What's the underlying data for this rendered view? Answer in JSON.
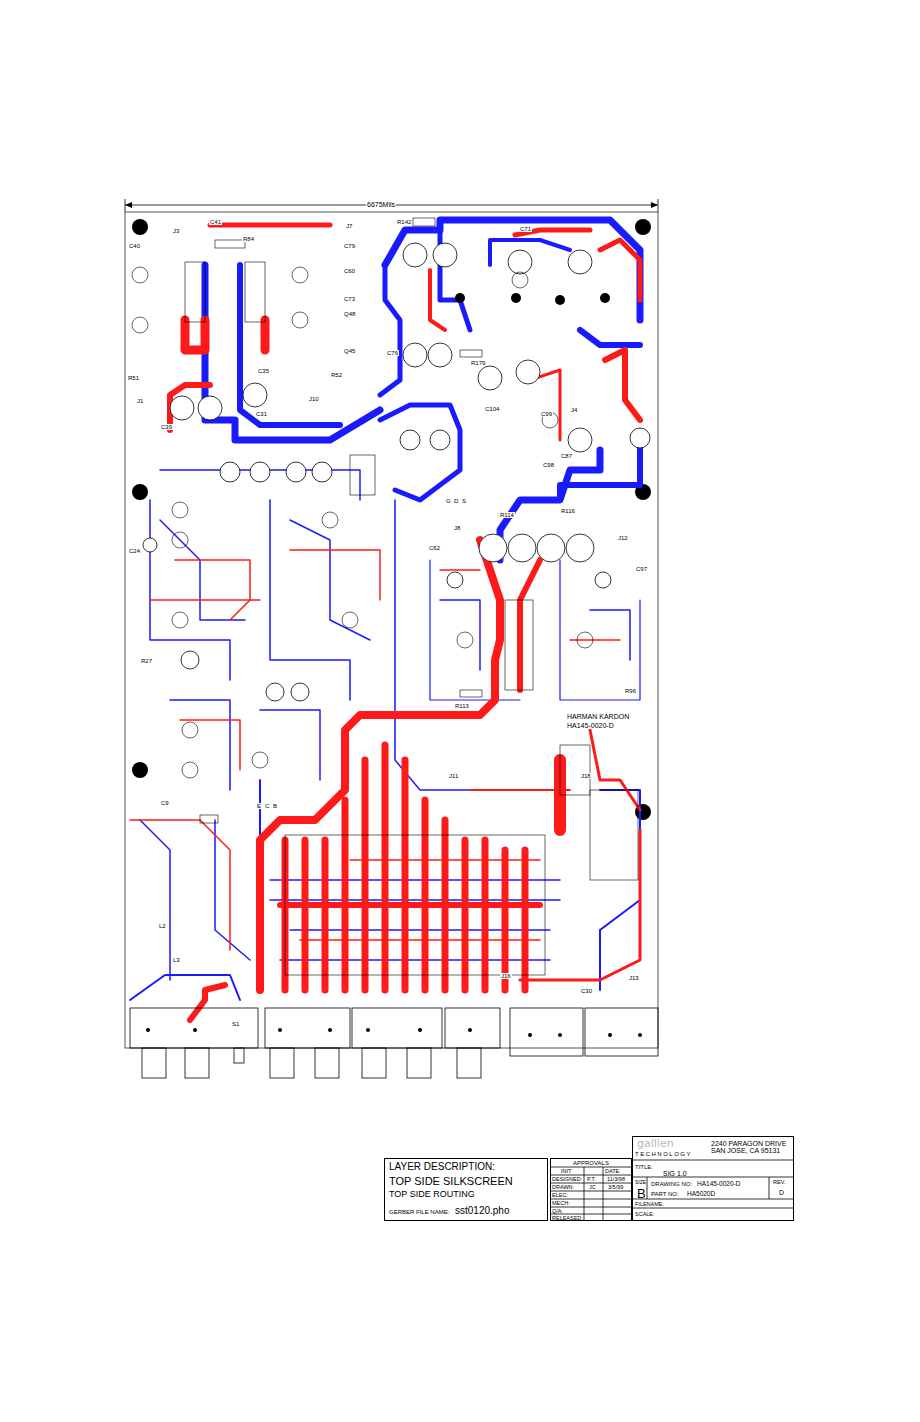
{
  "diagram": {
    "nodes": [
      {
        "text": [
          "LAYER DESCRIPTION:",
          "TOP SIDE SILKSCREEN",
          "TOP SIDE ROUTING",
          "GERBER FILE NAME:",
          "sst0120.pho"
        ]
      },
      {
        "text": [
          "APPROVALS",
          "INIT",
          "DATE",
          "DESIGNED:",
          "P.T.",
          "11/3/98",
          "DRAWN:",
          "JC",
          "3/5/99",
          "ELEC:",
          "MECH:",
          "Q/A:",
          "RELEASED:"
        ]
      },
      {
        "text": [
          "gallien",
          "TECHNOLOGY",
          "2240 PARAGON DRIVE SAN JOSE, CA 95131",
          "TITLE:",
          "SIG 1.0",
          "SIZE",
          "B",
          "DRAWING NO:",
          "HA145-0020-D",
          "REV.",
          "D",
          "PART NO:",
          "HA5020D",
          "FILENAME:",
          "SCALE:"
        ]
      }
    ],
    "labels": [
      "6675Mils",
      "C40",
      "J3",
      "C41",
      "R84",
      "J7",
      "C79",
      "R142",
      "C71",
      "R51",
      "J1",
      "C39",
      "C31",
      "C35",
      "J10",
      "C24",
      "R27",
      "C9",
      "L2",
      "L3",
      "S1",
      "J11",
      "J18",
      "J16",
      "J8",
      "J12",
      "C97",
      "C62",
      "R96",
      "R113",
      "C98",
      "C87",
      "C99",
      "J4",
      "C76",
      "C104",
      "R179",
      "R114",
      "R116",
      "HARMAN KARDON",
      "HA145-0020-D",
      "J13",
      "C30",
      "Q48",
      "Q45",
      "R52",
      "C73",
      "C60",
      "E",
      "C",
      "B",
      "G",
      "D",
      "S"
    ]
  }
}
